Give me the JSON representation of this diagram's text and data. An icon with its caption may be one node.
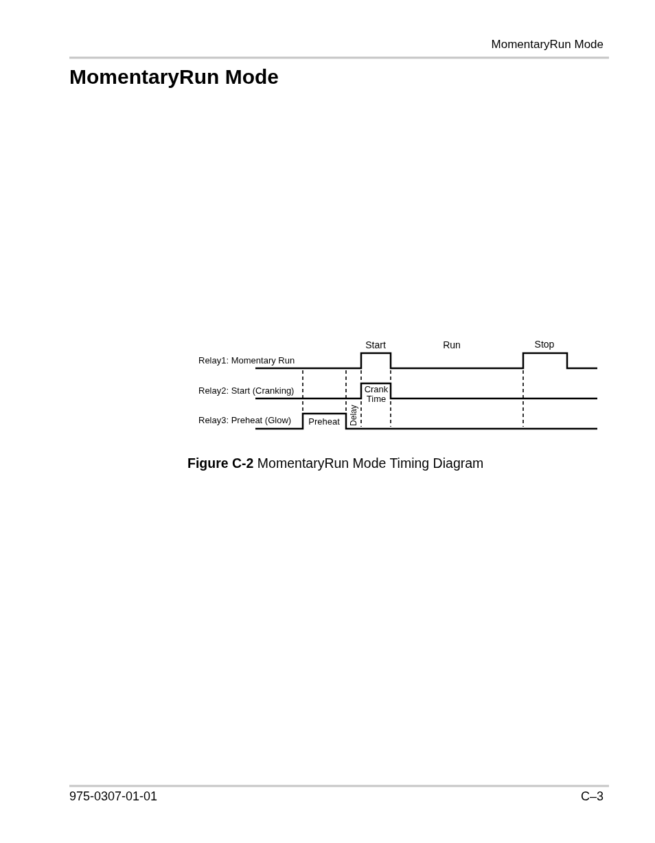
{
  "diagram": {
    "title": "MomentaryRun Mode",
    "caption": "**Figure C-2** MomentaryRun Mode Timing Diagram",
    "labels": [
      "MomentaryRun Mode",
      "Start",
      "Run",
      "Stop",
      "Relay1: Momentary Run",
      "Relay2: Start (Cranking)",
      "Crank Time",
      "Delay",
      "Relay3: Preheat (Glow)",
      "Preheat",
      "975-0307-01-01",
      "C–3"
    ]
  }
}
